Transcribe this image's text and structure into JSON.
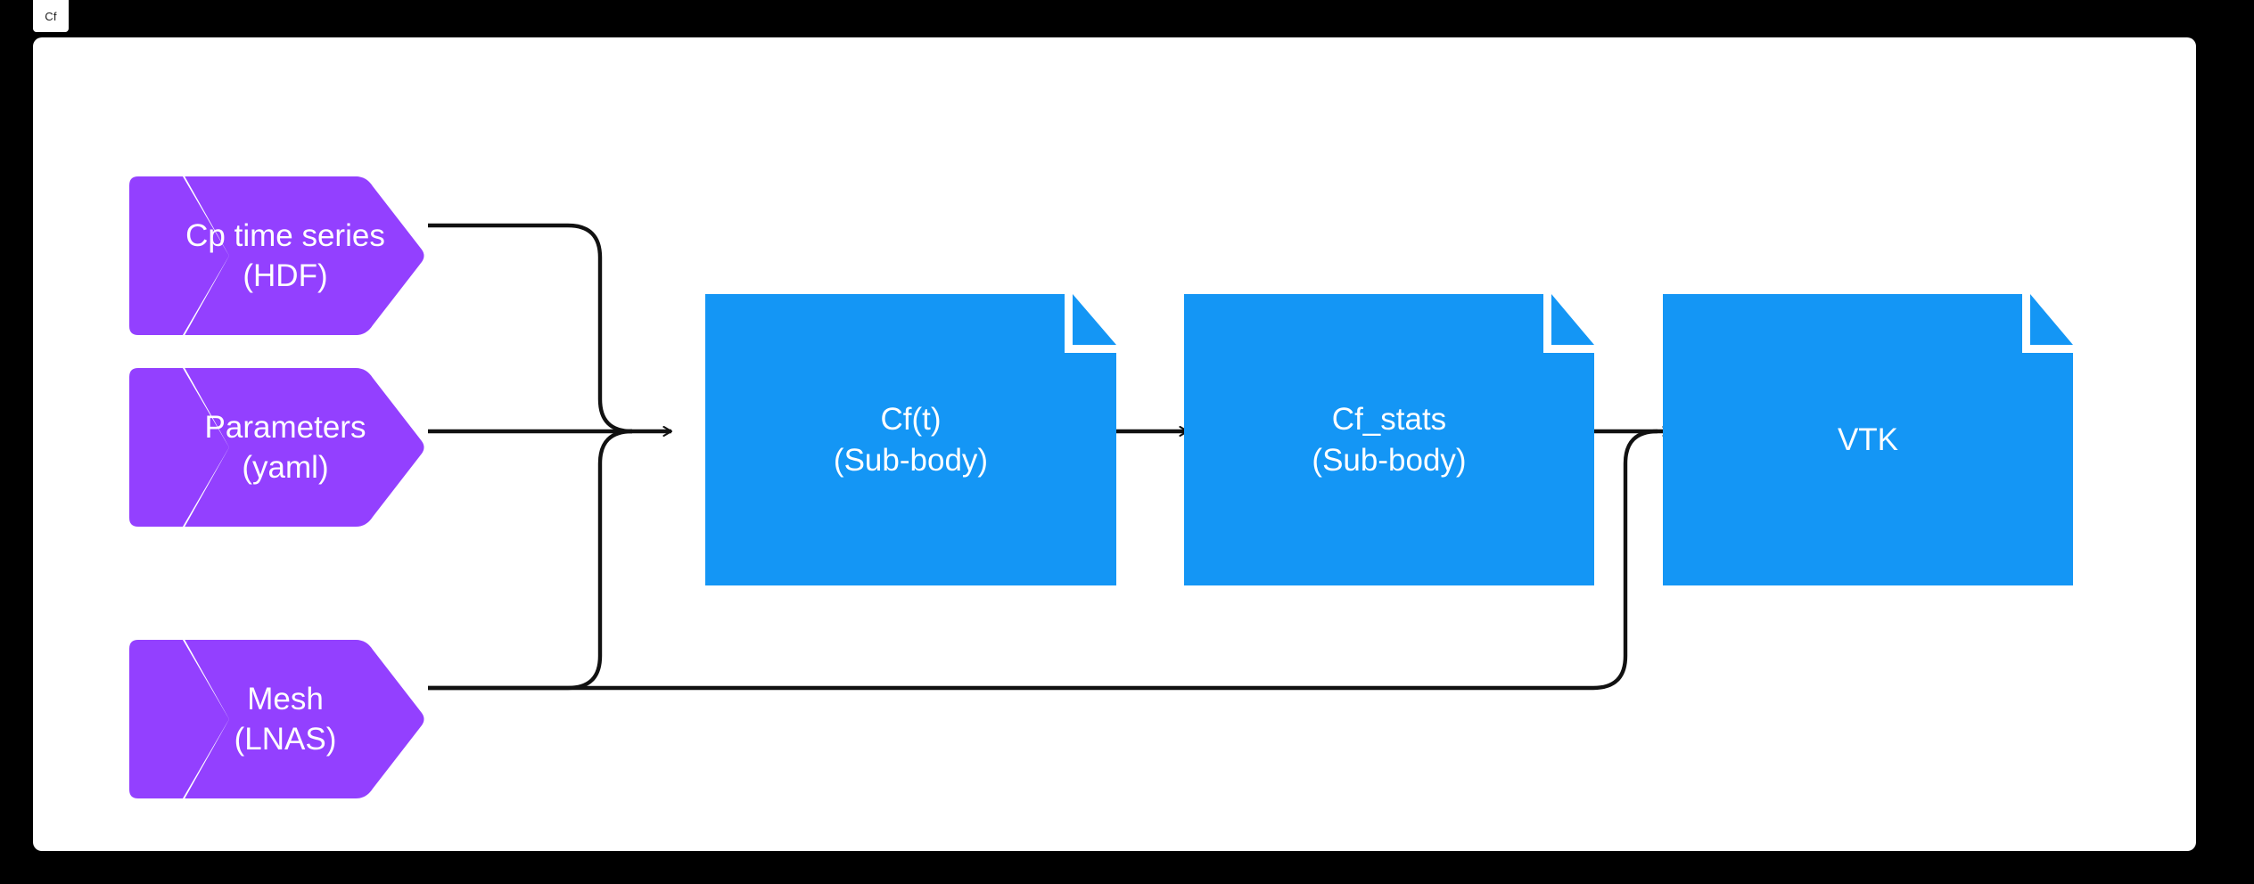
{
  "window": {
    "tab_label": "Cf"
  },
  "colors": {
    "background": "#000000",
    "panel": "#ffffff",
    "input_node": "#9340ff",
    "process_node": "#1496f5",
    "edge": "#111111",
    "node_text": "#ffffff",
    "tab_text": "#1d1d1d"
  },
  "diagram": {
    "title": "Cf",
    "type": "flowchart",
    "direction": "left-to-right",
    "inputs": [
      {
        "id": "cp",
        "shape": "chevron",
        "line1": "Cp time series",
        "line2": "(HDF)"
      },
      {
        "id": "params",
        "shape": "chevron",
        "line1": "Parameters",
        "line2": "(yaml)"
      },
      {
        "id": "mesh",
        "shape": "chevron",
        "line1": "Mesh",
        "line2": "(LNAS)"
      }
    ],
    "outputs": [
      {
        "id": "cft",
        "shape": "document",
        "line1": "Cf(t)",
        "line2": "(Sub-body)"
      },
      {
        "id": "cfstats",
        "shape": "document",
        "line1": "Cf_stats",
        "line2": "(Sub-body)"
      },
      {
        "id": "vtk",
        "shape": "document",
        "line1": "VTK",
        "line2": ""
      }
    ],
    "edges": [
      {
        "from": "cp",
        "to": "cft",
        "arrow": true
      },
      {
        "from": "params",
        "to": "cft",
        "arrow": true
      },
      {
        "from": "mesh",
        "to": "cft",
        "arrow": true
      },
      {
        "from": "cft",
        "to": "cfstats",
        "arrow": true
      },
      {
        "from": "cfstats",
        "to": "vtk",
        "arrow": true
      },
      {
        "from": "mesh",
        "to": "vtk",
        "arrow": true
      }
    ]
  }
}
